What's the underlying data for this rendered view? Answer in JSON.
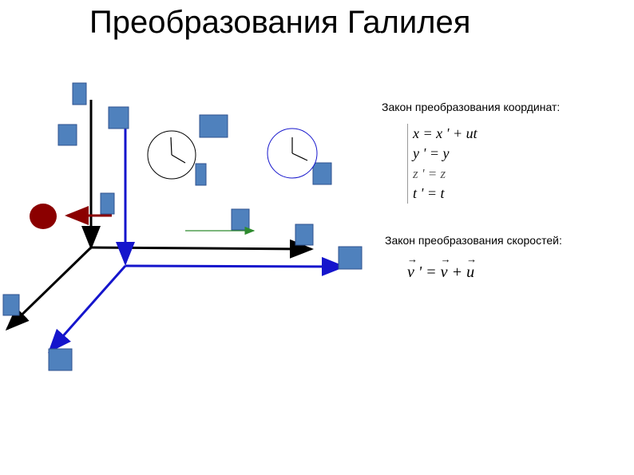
{
  "title": "Преобразования Галилея",
  "coord_law_label": "Закон преобразования координат:",
  "equations": [
    "x = x ' + ut",
    "y ' = y",
    "z ' = z",
    "t ' = t"
  ],
  "velocity_law_label": "Закон преобразования скоростей:",
  "velocity_equation": {
    "lhs": "v",
    "prime": " ' = ",
    "v": "v",
    "plus": " + ",
    "u": "u"
  },
  "colors": {
    "frame_fixed": "#000000",
    "frame_moving": "#1515cc",
    "placeholder": "#4f81bd",
    "ball": "#8b0000",
    "ball_arrow": "#8b0000",
    "motion_arrow": "#2e8b2e"
  },
  "icons": [
    "clock-icon",
    "clock-icon",
    "ball-icon",
    "image-placeholder-icon"
  ]
}
